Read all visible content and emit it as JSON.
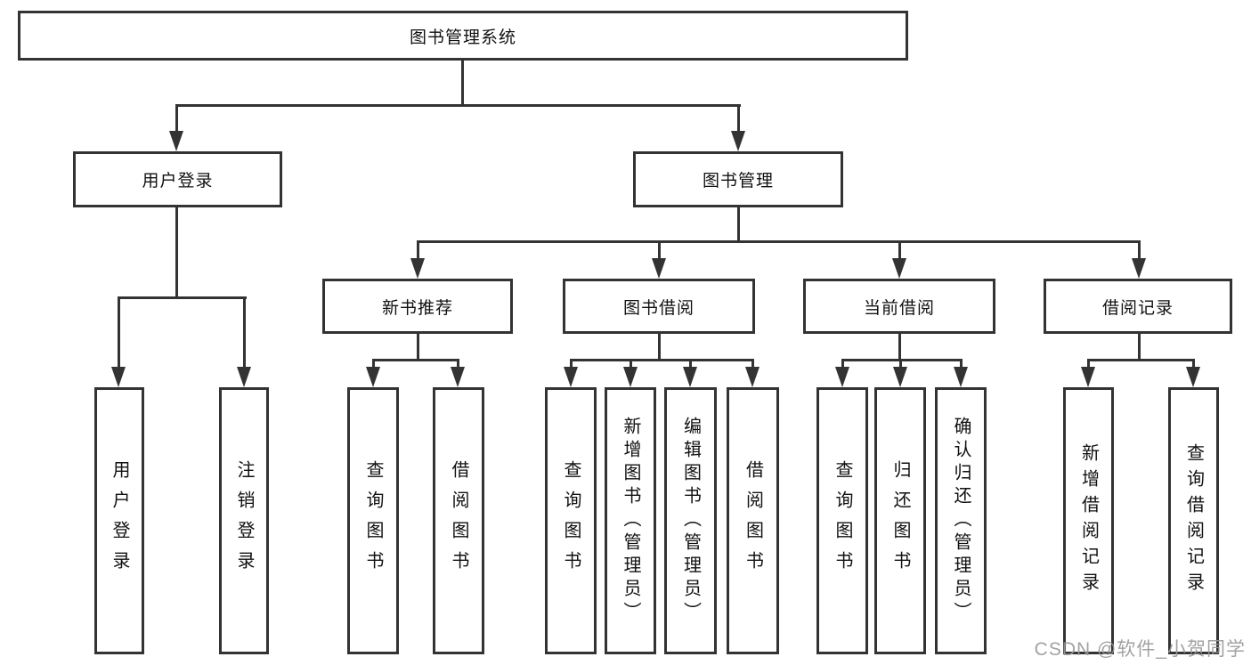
{
  "diagram": {
    "root": {
      "label": "图书管理系统"
    },
    "level2": [
      {
        "label": "用户登录"
      },
      {
        "label": "图书管理"
      }
    ],
    "level3": [
      {
        "label": "新书推荐"
      },
      {
        "label": "图书借阅"
      },
      {
        "label": "当前借阅"
      },
      {
        "label": "借阅记录"
      }
    ],
    "leaves": {
      "user_login": [
        {
          "label": "用户登录"
        },
        {
          "label": "注销登录"
        }
      ],
      "new_book_recommend": [
        {
          "label": "查询图书"
        },
        {
          "label": "借阅图书"
        }
      ],
      "book_borrow": [
        {
          "label": "查询图书"
        },
        {
          "label": "新增图书（管理员）"
        },
        {
          "label": "编辑图书（管理员）"
        },
        {
          "label": "借阅图书"
        }
      ],
      "current_borrow": [
        {
          "label": "查询图书"
        },
        {
          "label": "归还图书"
        },
        {
          "label": "确认归还（管理员）"
        }
      ],
      "borrow_records": [
        {
          "label": "新增借阅记录"
        },
        {
          "label": "查询借阅记录"
        }
      ]
    },
    "colors": {
      "line": "#333333",
      "box_border": "#333333",
      "background": "#ffffff",
      "text": "#111111",
      "watermark": "#989898"
    }
  },
  "watermark": {
    "text": "CSDN @软件_小贺同学"
  }
}
